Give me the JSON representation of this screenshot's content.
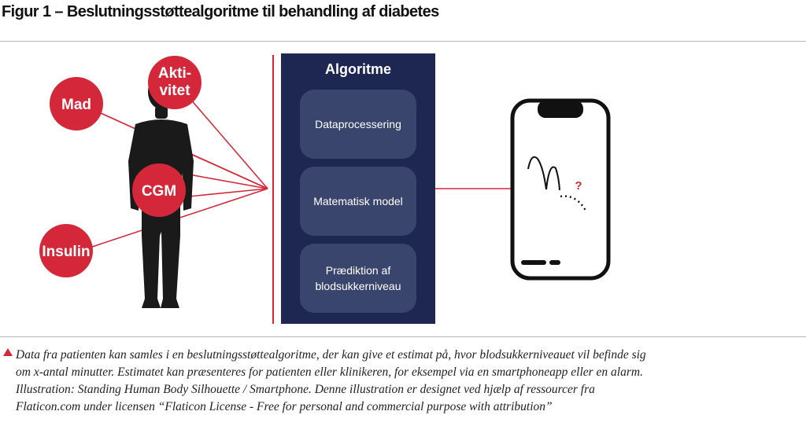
{
  "figure": {
    "title": "Figur 1 – Beslutningsstøttealgoritme til behandling af diabetes"
  },
  "inputs": {
    "mad": "Mad",
    "aktivitet_line1": "Akti-",
    "aktivitet_line2": "vitet",
    "cgm": "CGM",
    "insulin": "Insulin"
  },
  "algorithm": {
    "title": "Algoritme",
    "steps": [
      "Dataprocessering",
      "Matematisk model",
      "Prædiktion af blodsukkerniveau"
    ]
  },
  "phone": {
    "question_mark": "?"
  },
  "caption": {
    "text": "Data fra patienten kan samles i en beslutningsstøttealgoritme, der kan give et estimat på, hvor blodsukkerniveauet vil befinde sig om x-antal minutter. Estimatet kan præsenteres for patienten eller klinikeren, for eksempel via en smartphoneapp eller en alarm. Illustration: Standing Human Body Silhouette / Smartphone. Denne illustration er designet ved hjælp af ressourcer fra Flaticon.com under licensen “Flaticon License - Free for personal and commercial purpose with attribution”"
  },
  "colors": {
    "accent_red": "#d4283a",
    "panel_navy": "#1d2751",
    "box_navy": "#39456c",
    "silhouette": "#1a1a1a"
  }
}
